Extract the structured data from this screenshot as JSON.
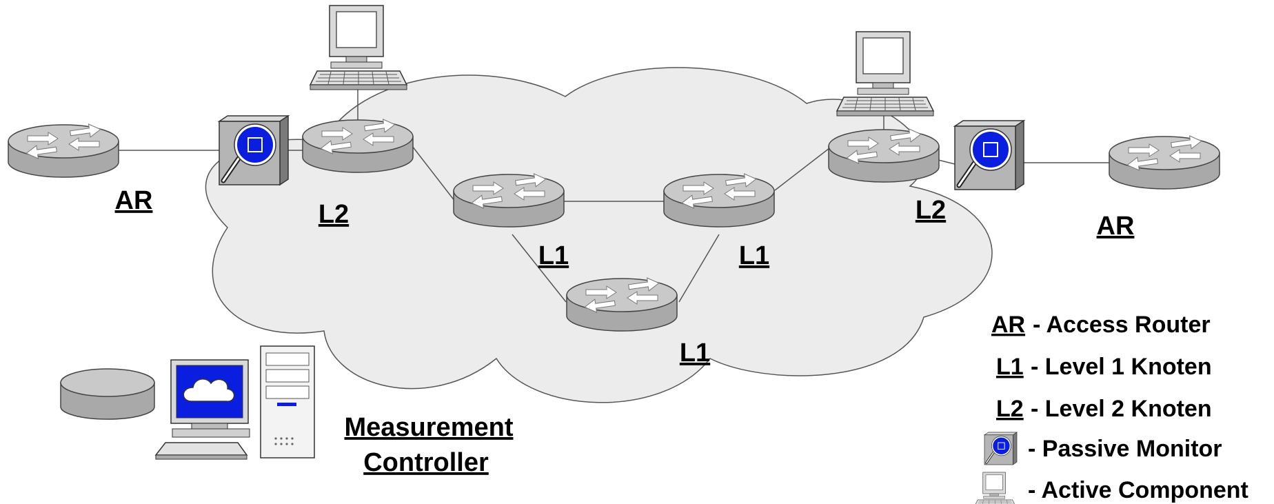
{
  "node_labels": {
    "ar_left": "AR",
    "l2_left": "L2",
    "l1_top_left": "L1",
    "l1_top_right": "L1",
    "l1_bottom": "L1",
    "l2_right": "L2",
    "ar_right": "AR"
  },
  "controller": {
    "line1": "Measurement",
    "line2": "Controller"
  },
  "legend": [
    {
      "key": "AR",
      "desc": "- Access Router"
    },
    {
      "key": "L1",
      "desc": "- Level 1 Knoten"
    },
    {
      "key": "L2",
      "desc": "- Level 2 Knoten"
    },
    {
      "key": "",
      "desc": "- Passive Monitor",
      "icon": "passive-monitor-icon"
    },
    {
      "key": "",
      "desc": "- Active Component",
      "icon": "workstation-icon"
    }
  ],
  "colors": {
    "cloud_fill": "#ececec",
    "router_body": "#a9a9a9",
    "router_top": "#c8c8c8",
    "lens_blue": "#0a1ee0",
    "screen_blue": "#0a1ee0"
  }
}
